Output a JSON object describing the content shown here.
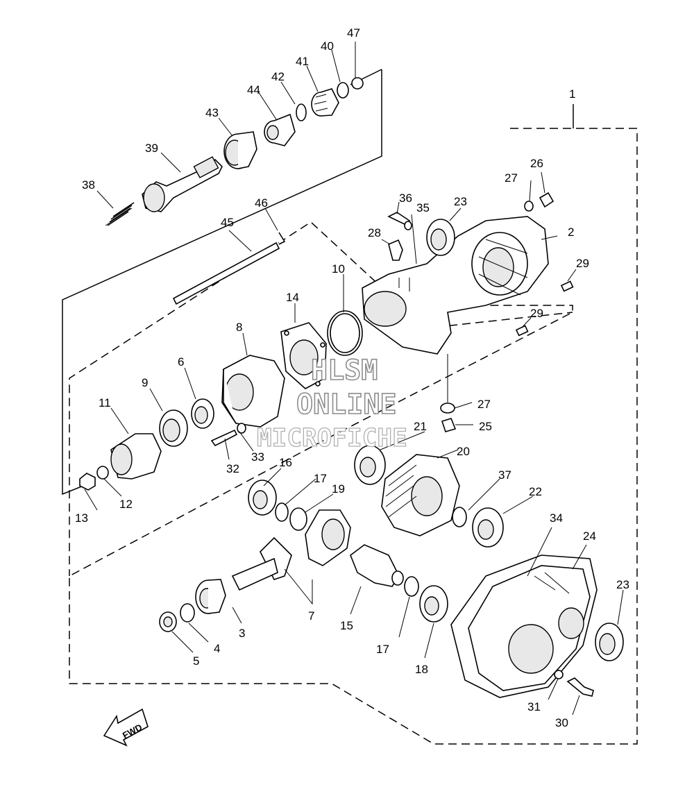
{
  "diagram": {
    "watermark": [
      "HLSM",
      "ONLINE",
      "MICROFICHE"
    ],
    "direction_label": "FWD",
    "part_labels": [
      {
        "id": "1",
        "text": "1"
      },
      {
        "id": "2",
        "text": "2"
      },
      {
        "id": "3",
        "text": "3"
      },
      {
        "id": "4",
        "text": "4"
      },
      {
        "id": "5",
        "text": "5"
      },
      {
        "id": "6",
        "text": "6"
      },
      {
        "id": "7",
        "text": "7"
      },
      {
        "id": "8",
        "text": "8"
      },
      {
        "id": "9",
        "text": "9"
      },
      {
        "id": "10",
        "text": "10"
      },
      {
        "id": "11",
        "text": "11"
      },
      {
        "id": "12",
        "text": "12"
      },
      {
        "id": "13",
        "text": "13"
      },
      {
        "id": "14",
        "text": "14"
      },
      {
        "id": "15",
        "text": "15"
      },
      {
        "id": "16",
        "text": "16"
      },
      {
        "id": "17a",
        "text": "17"
      },
      {
        "id": "17b",
        "text": "17"
      },
      {
        "id": "18",
        "text": "18"
      },
      {
        "id": "19",
        "text": "19"
      },
      {
        "id": "20",
        "text": "20"
      },
      {
        "id": "21",
        "text": "21"
      },
      {
        "id": "22",
        "text": "22"
      },
      {
        "id": "23a",
        "text": "23"
      },
      {
        "id": "23b",
        "text": "23"
      },
      {
        "id": "24",
        "text": "24"
      },
      {
        "id": "25",
        "text": "25"
      },
      {
        "id": "26",
        "text": "26"
      },
      {
        "id": "27a",
        "text": "27"
      },
      {
        "id": "27b",
        "text": "27"
      },
      {
        "id": "28",
        "text": "28"
      },
      {
        "id": "29a",
        "text": "29"
      },
      {
        "id": "29b",
        "text": "29"
      },
      {
        "id": "30",
        "text": "30"
      },
      {
        "id": "31",
        "text": "31"
      },
      {
        "id": "32",
        "text": "32"
      },
      {
        "id": "33",
        "text": "33"
      },
      {
        "id": "34",
        "text": "34"
      },
      {
        "id": "35",
        "text": "35"
      },
      {
        "id": "36",
        "text": "36"
      },
      {
        "id": "37",
        "text": "37"
      },
      {
        "id": "38",
        "text": "38"
      },
      {
        "id": "39",
        "text": "39"
      },
      {
        "id": "40",
        "text": "40"
      },
      {
        "id": "41",
        "text": "41"
      },
      {
        "id": "42",
        "text": "42"
      },
      {
        "id": "43",
        "text": "43"
      },
      {
        "id": "44",
        "text": "44"
      },
      {
        "id": "45",
        "text": "45"
      },
      {
        "id": "46",
        "text": "46"
      },
      {
        "id": "47",
        "text": "47"
      }
    ]
  }
}
